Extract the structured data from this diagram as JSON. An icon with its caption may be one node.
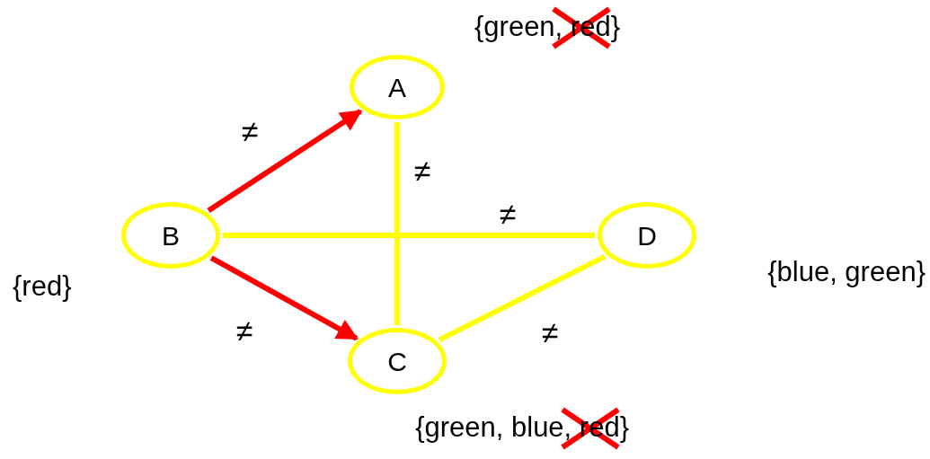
{
  "diagram": {
    "nodes": [
      {
        "text": [
          "A"
        ],
        "beside": [
          "{green, red}"
        ]
      },
      {
        "text": [
          "B"
        ],
        "beside": [
          "{red}"
        ]
      },
      {
        "text": [
          "D"
        ],
        "beside": [
          "{blue, green}"
        ]
      },
      {
        "text": [
          "C"
        ],
        "beside": [
          "{green, blue, red}"
        ]
      }
    ],
    "edges": [
      {
        "from": 1,
        "to": 0,
        "arrow": "to",
        "label": "≠",
        "color": "#ff0000"
      },
      {
        "from": 0,
        "to": 3,
        "arrow": "none",
        "label": "≠"
      },
      {
        "from": 1,
        "to": 2,
        "arrow": "none",
        "label": "≠"
      },
      {
        "from": 1,
        "to": 3,
        "arrow": "to",
        "label": "≠",
        "color": "#ff0000"
      },
      {
        "from": 3,
        "to": 2,
        "arrow": "none",
        "label": "≠"
      }
    ]
  }
}
